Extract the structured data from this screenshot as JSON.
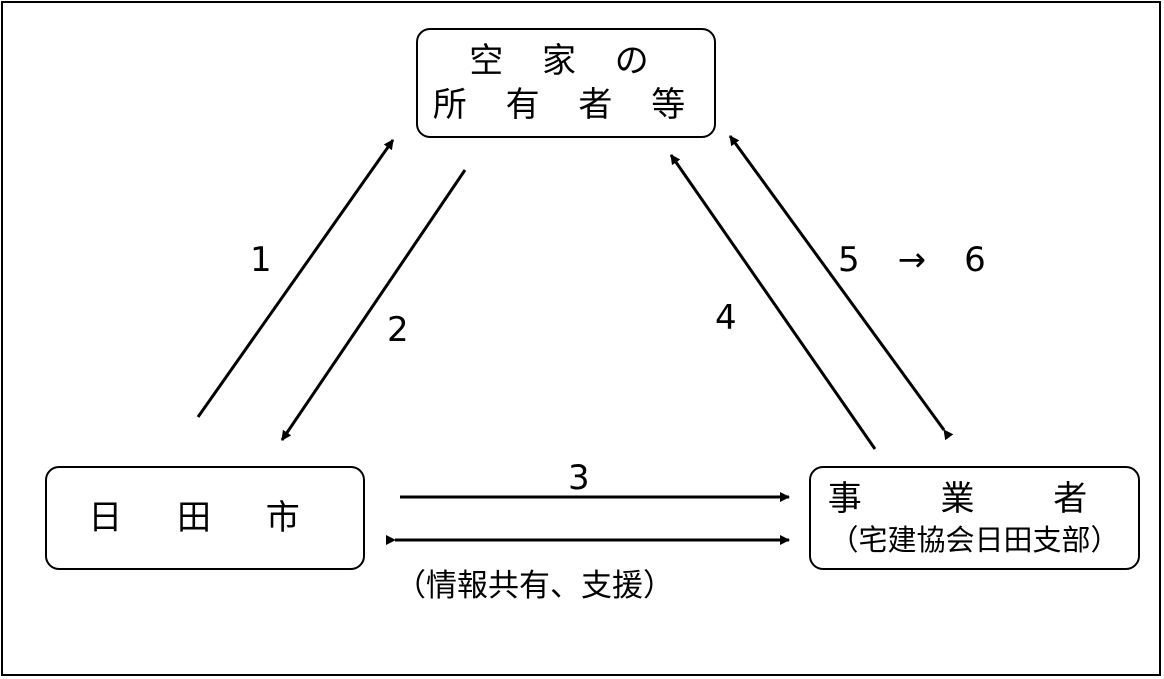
{
  "nodes": {
    "owner": {
      "line1": "空 家 の",
      "line2": "所 有 者 等"
    },
    "city": {
      "label": "日 田 市"
    },
    "business": {
      "label": "事 業 者",
      "sub": "（宅建協会日田支部）"
    }
  },
  "steps": {
    "step1": "1",
    "step2": "2",
    "step3": "3",
    "step4": "4",
    "step5_6": "5　→　6"
  },
  "note": "（情報共有、支援）"
}
